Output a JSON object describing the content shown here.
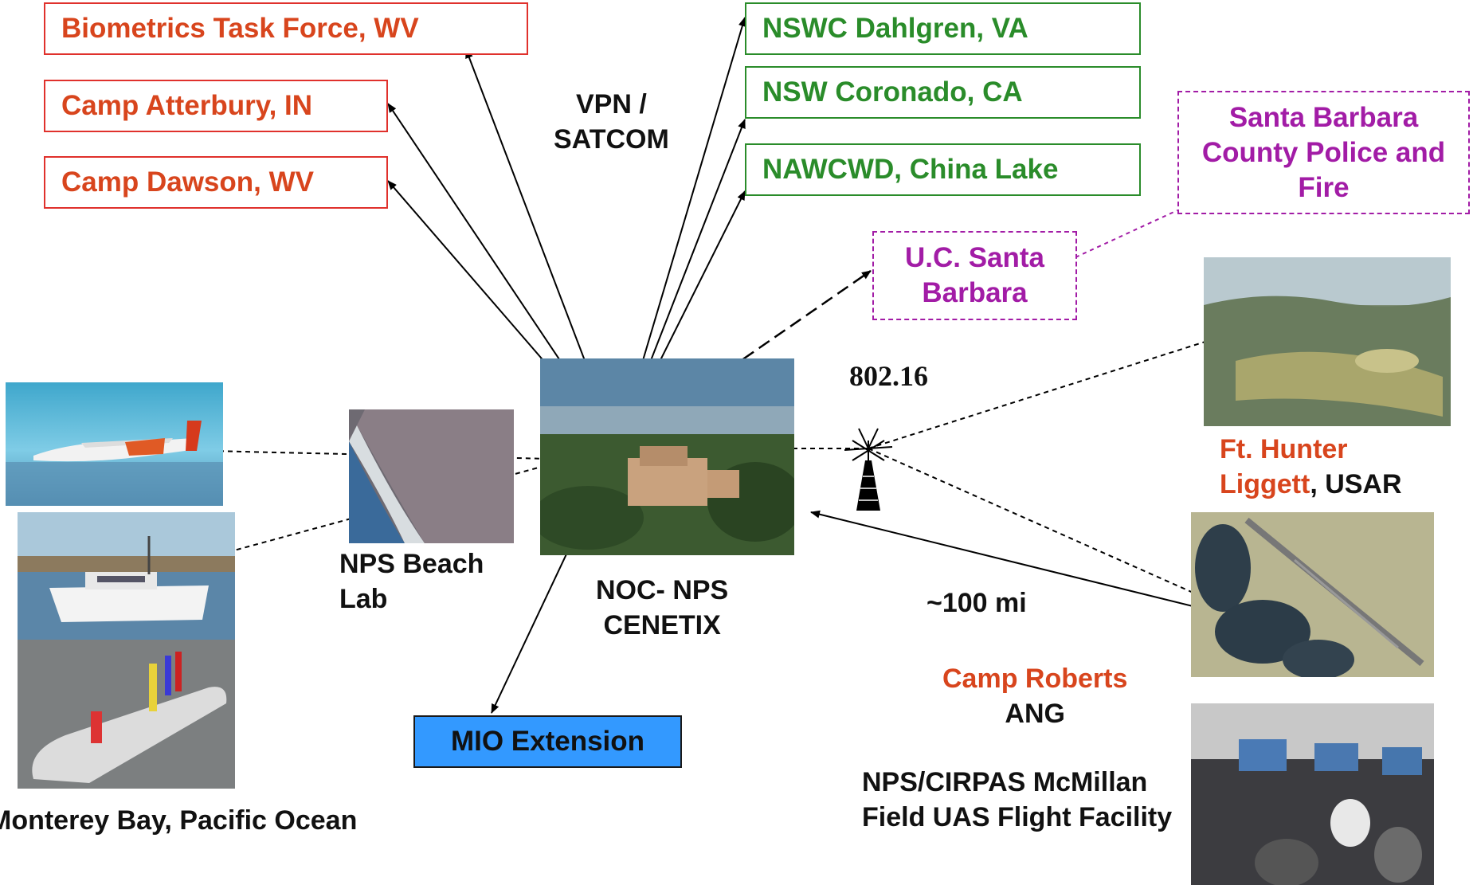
{
  "red_sites": {
    "biometrics": "Biometrics Task Force, WV",
    "atterbury": "Camp Atterbury, IN",
    "dawson": "Camp Dawson, WV"
  },
  "green_sites": {
    "dahlgren": "NSWC Dahlgren, VA",
    "coronado": "NSW Coronado, CA",
    "nawcwd": "NAWCWD, China Lake"
  },
  "purple_sites": {
    "sb_county_l1": "Santa Barbara",
    "sb_county_l2": "County Police and",
    "sb_county_l3": "Fire",
    "ucsb_l1": "U.C. Santa",
    "ucsb_l2": "Barbara"
  },
  "labels": {
    "vpn_l1": "VPN /",
    "vpn_l2": "SATCOM",
    "wimax": "802.16",
    "noc_l1": "NOC- NPS",
    "noc_l2": "CENETIX",
    "beach_l1": "NPS Beach",
    "beach_l2": "Lab",
    "distance": "~100 mi",
    "hunter_l1": "Ft. Hunter",
    "hunter_l2a": "Liggett",
    "hunter_l2b": ", USAR",
    "roberts_l1": "Camp Roberts",
    "roberts_l2": "ANG",
    "cirpas_l1": "NPS/CIRPAS McMillan",
    "cirpas_l2": "Field UAS Flight Facility",
    "monterey": "Monterey Bay, Pacific Ocean"
  },
  "mio": "MIO Extension",
  "colors": {
    "red": "#d8451d",
    "green": "#2a8c2a",
    "purple": "#a21ca6",
    "blue": "#3399ff"
  }
}
